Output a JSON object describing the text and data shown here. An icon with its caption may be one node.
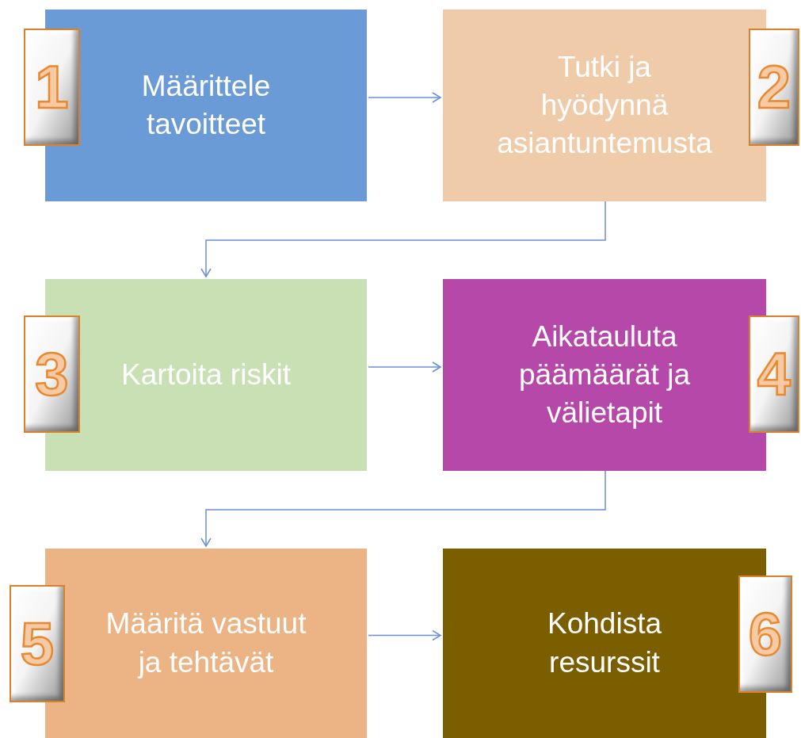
{
  "diagram": {
    "nodes": [
      {
        "text": [
          "Määrittele tavoitteet"
        ]
      },
      {
        "text": [
          "Tutki ja hyödynnä asiantuntemusta"
        ]
      },
      {
        "text": [
          "Kartoita riskit"
        ]
      },
      {
        "text": [
          "Aikatauluta päämäärät ja välietapit"
        ]
      },
      {
        "text": [
          "Määritä vastuut ja tehtävät"
        ]
      },
      {
        "text": [
          "Kohdista resurssit"
        ]
      },
      {
        "text": [
          "1"
        ]
      },
      {
        "text": [
          "2"
        ]
      },
      {
        "text": [
          "3"
        ]
      },
      {
        "text": [
          "4"
        ]
      },
      {
        "text": [
          "5"
        ]
      },
      {
        "text": [
          "6"
        ]
      }
    ],
    "edges": [
      {
        "from": 0,
        "to": 1,
        "arrow": "to"
      },
      {
        "from": 1,
        "to": 2,
        "arrow": "to"
      },
      {
        "from": 2,
        "to": 3,
        "arrow": "to"
      },
      {
        "from": 3,
        "to": 4,
        "arrow": "to"
      },
      {
        "from": 4,
        "to": 5,
        "arrow": "to"
      }
    ]
  }
}
